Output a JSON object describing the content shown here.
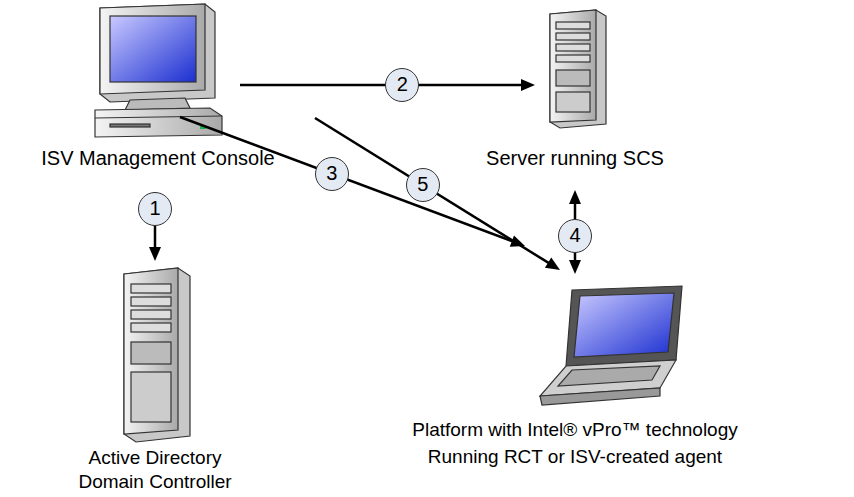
{
  "diagram": {
    "nodes": [
      {
        "text": [
          "ISV Management Console"
        ]
      },
      {
        "text": [
          "Server running SCS"
        ]
      },
      {
        "text": [
          "Active Directory Domain Controller"
        ]
      },
      {
        "text": [
          "Platform with Intel® vPro™ technology Running RCT or ISV-created agent"
        ]
      }
    ],
    "edges": [
      {
        "from": 0,
        "to": 2,
        "label": "1",
        "arrow": "to"
      },
      {
        "from": 0,
        "to": 1,
        "label": "2",
        "arrow": "to"
      },
      {
        "from": 0,
        "to": 3,
        "label": "3",
        "arrow": "to"
      },
      {
        "from": 1,
        "to": 3,
        "label": "4",
        "arrow": "both"
      },
      {
        "from": 0,
        "to": 3,
        "label": "5",
        "arrow": "to"
      }
    ]
  }
}
